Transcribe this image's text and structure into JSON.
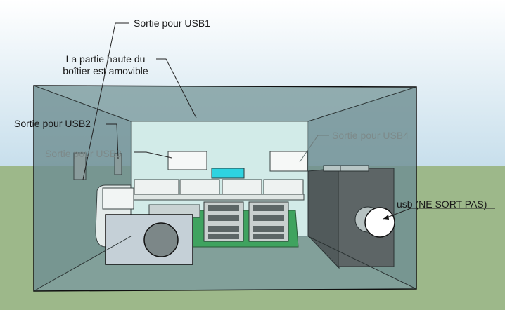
{
  "labels": {
    "usb1": "Sortie pour USB1",
    "lid_line1": "La partie haute du",
    "lid_line2": "boîtier est amovible",
    "usb2": "Sortie pour USB2",
    "usb3": "Sortie pour USB3",
    "usb4": "Sortie pour USB4",
    "usb_no": "usb (NE SORT PAS)"
  },
  "colors": {
    "sky": "#c8dfec",
    "ground": "#9db88a",
    "box_glass": "#5f7f84",
    "pcb": "#3fa35f",
    "accent_cyan": "#2ed3e0"
  }
}
